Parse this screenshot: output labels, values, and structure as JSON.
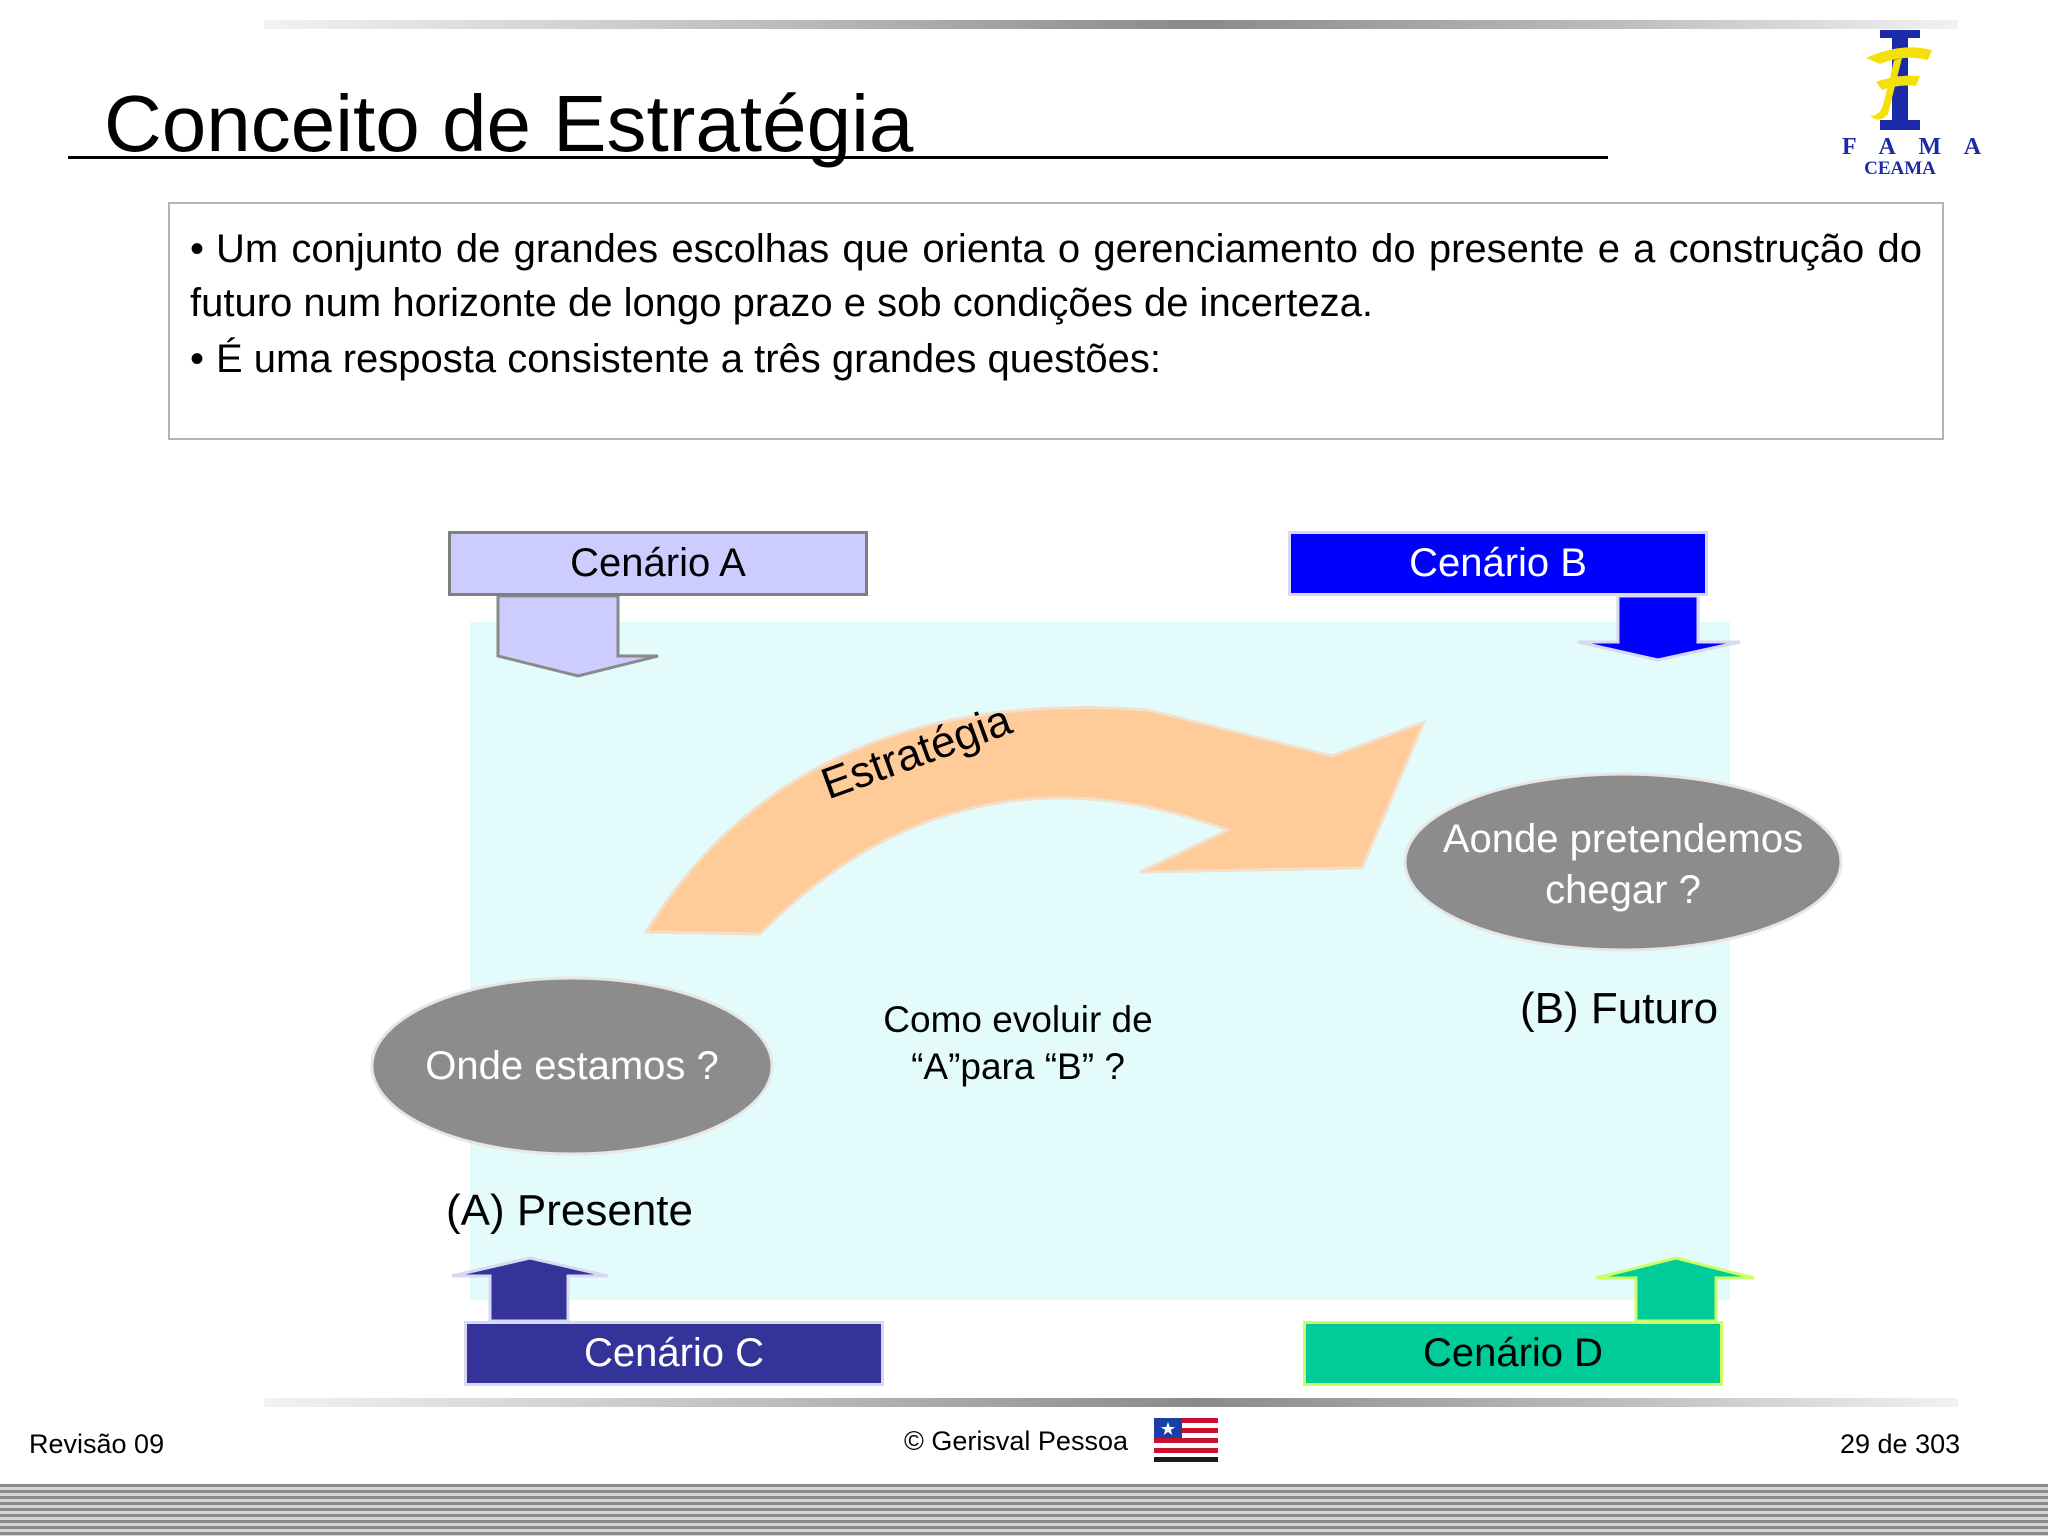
{
  "slide": {
    "title": "Conceito de Estratégia",
    "logo": {
      "line1": "F A M A",
      "line2": "CEAMA"
    },
    "bullets": [
      "Um conjunto de grandes escolhas que orienta o gerenciamento do presente e a construção do futuro num horizonte de longo prazo e sob condições de incerteza.",
      "É uma resposta consistente a três grandes questões:"
    ],
    "bullet_symbol": "•"
  },
  "diagram": {
    "cenario_a": "Cenário A",
    "cenario_b": "Cenário B",
    "cenario_c": "Cenário C",
    "cenario_d": "Cenário D",
    "onde_estamos": "Onde estamos ?",
    "aonde_pretendemos": "Aonde pretendemos chegar ?",
    "presente": "(A) Presente",
    "futuro": "(B) Futuro",
    "como_evoluir": "Como  evoluir de “A”para “B” ?",
    "estrategia": "Estratégia",
    "colors": {
      "area": "#e3fbfb",
      "cenario_a": "#ccccff",
      "cenario_b": "#0000ff",
      "cenario_c": "#333399",
      "cenario_d": "#00cc99",
      "ellipse": "#8c8c8c",
      "arrow": "#ffcc99"
    }
  },
  "footer": {
    "revision": "Revisão 09",
    "copyright": "© Gerisval Pessoa",
    "page": "29 de 303"
  }
}
